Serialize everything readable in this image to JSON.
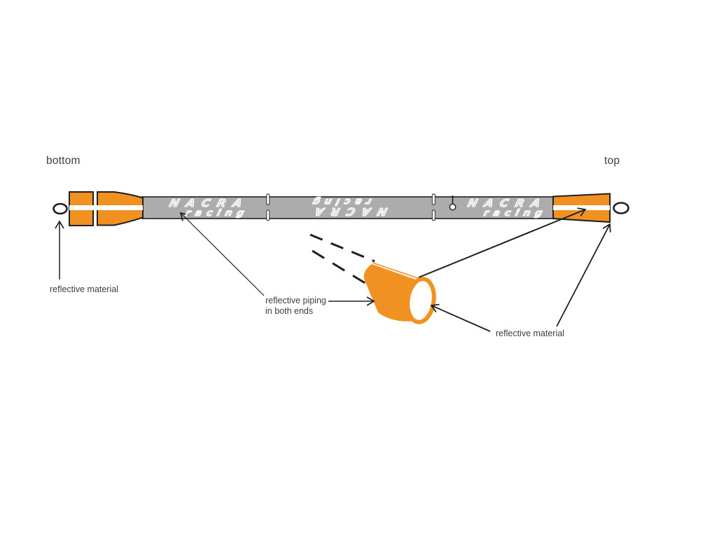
{
  "labels": {
    "bottom_end": "bottom",
    "top_end": "top",
    "reflective_material_left": "reflective material",
    "reflective_piping_line1": "reflective piping",
    "reflective_piping_line2": "in both ends",
    "reflective_material_right": "reflective material"
  },
  "brand": {
    "line1": "NACRA",
    "line2": "racing"
  },
  "colors": {
    "orange": "#F09122",
    "gray": "#ACACAC",
    "outline": "#1F1F1F",
    "text": "#3D3D46"
  }
}
